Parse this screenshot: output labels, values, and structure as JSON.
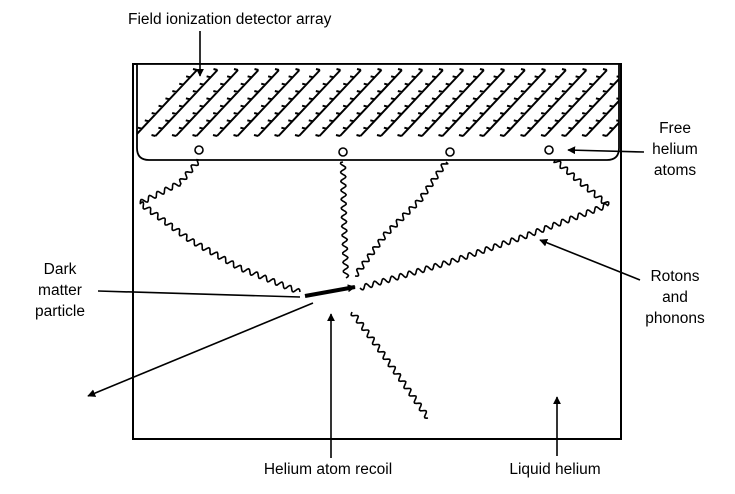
{
  "labels": {
    "detector_array": "Field ionization detector array",
    "free_atoms": [
      "Free",
      "helium",
      "atoms"
    ],
    "dark_matter": [
      "Dark",
      "matter",
      "particle"
    ],
    "rotons": [
      "Rotons",
      "and",
      "phonons"
    ],
    "recoil": "Helium atom recoil",
    "liquid_helium": "Liquid helium"
  },
  "icons": {
    "detector": "hatched-strip",
    "atom": "small-circle",
    "excitation": "wavy-line",
    "pointer": "arrow"
  },
  "colors": {
    "ink": "#000000",
    "background": "#ffffff"
  }
}
